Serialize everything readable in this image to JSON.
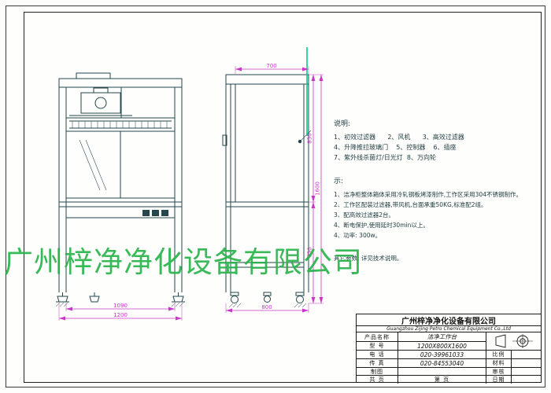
{
  "sheet": {
    "watermark": "广州梓净净化设备有限公司"
  },
  "notes": {
    "legend_title": "说明:",
    "legend": [
      "1、初效过滤器      2、风机      3、高效过滤器",
      "4、升降推拉玻璃门    5、控制器    6、插座",
      "7、紫外线杀菌灯/日光灯  8、万向轮"
    ],
    "remark_title": "示:",
    "remarks": [
      "1、洁净柜整体箱体采用冷轧钢板烤漆制作,工作区采用304不锈钢制作。",
      "2、工作区配装过滤器,带风机,台面承重50KG,标准配2组。",
      "3、配高效过滤器2台。",
      "4、断电保护,使用延时30min以上。",
      "4、功率: 300w。"
    ],
    "other_params": "其它参数: 详见技术说明。"
  },
  "dims": {
    "front_inner": "1090",
    "front_outer": "1200",
    "side_depth": "800",
    "side_top_depth": "700",
    "side_upper_height": "850",
    "side_lower_height": "750",
    "side_total_height": "1600"
  },
  "title_block": {
    "company_cn": "广州梓净净化设备有限公司",
    "company_en": "Guangzhou Zijing Petro Chemical Equipment Co.,Ltd",
    "product_label": "产品名称",
    "product_value": "洁净工作台",
    "model_label": "型  号",
    "model_value": "1200X800X1600",
    "phone_label": "电  话",
    "phone_value": "020-39961033",
    "scale_label": "比例",
    "fax_label": "传  真",
    "fax_value": "020-84553040",
    "material_label": "材料",
    "draw_label": "制图",
    "check_label": "审核",
    "date_label": "日期",
    "pages_total": "共  页",
    "page_no": "第  页"
  }
}
